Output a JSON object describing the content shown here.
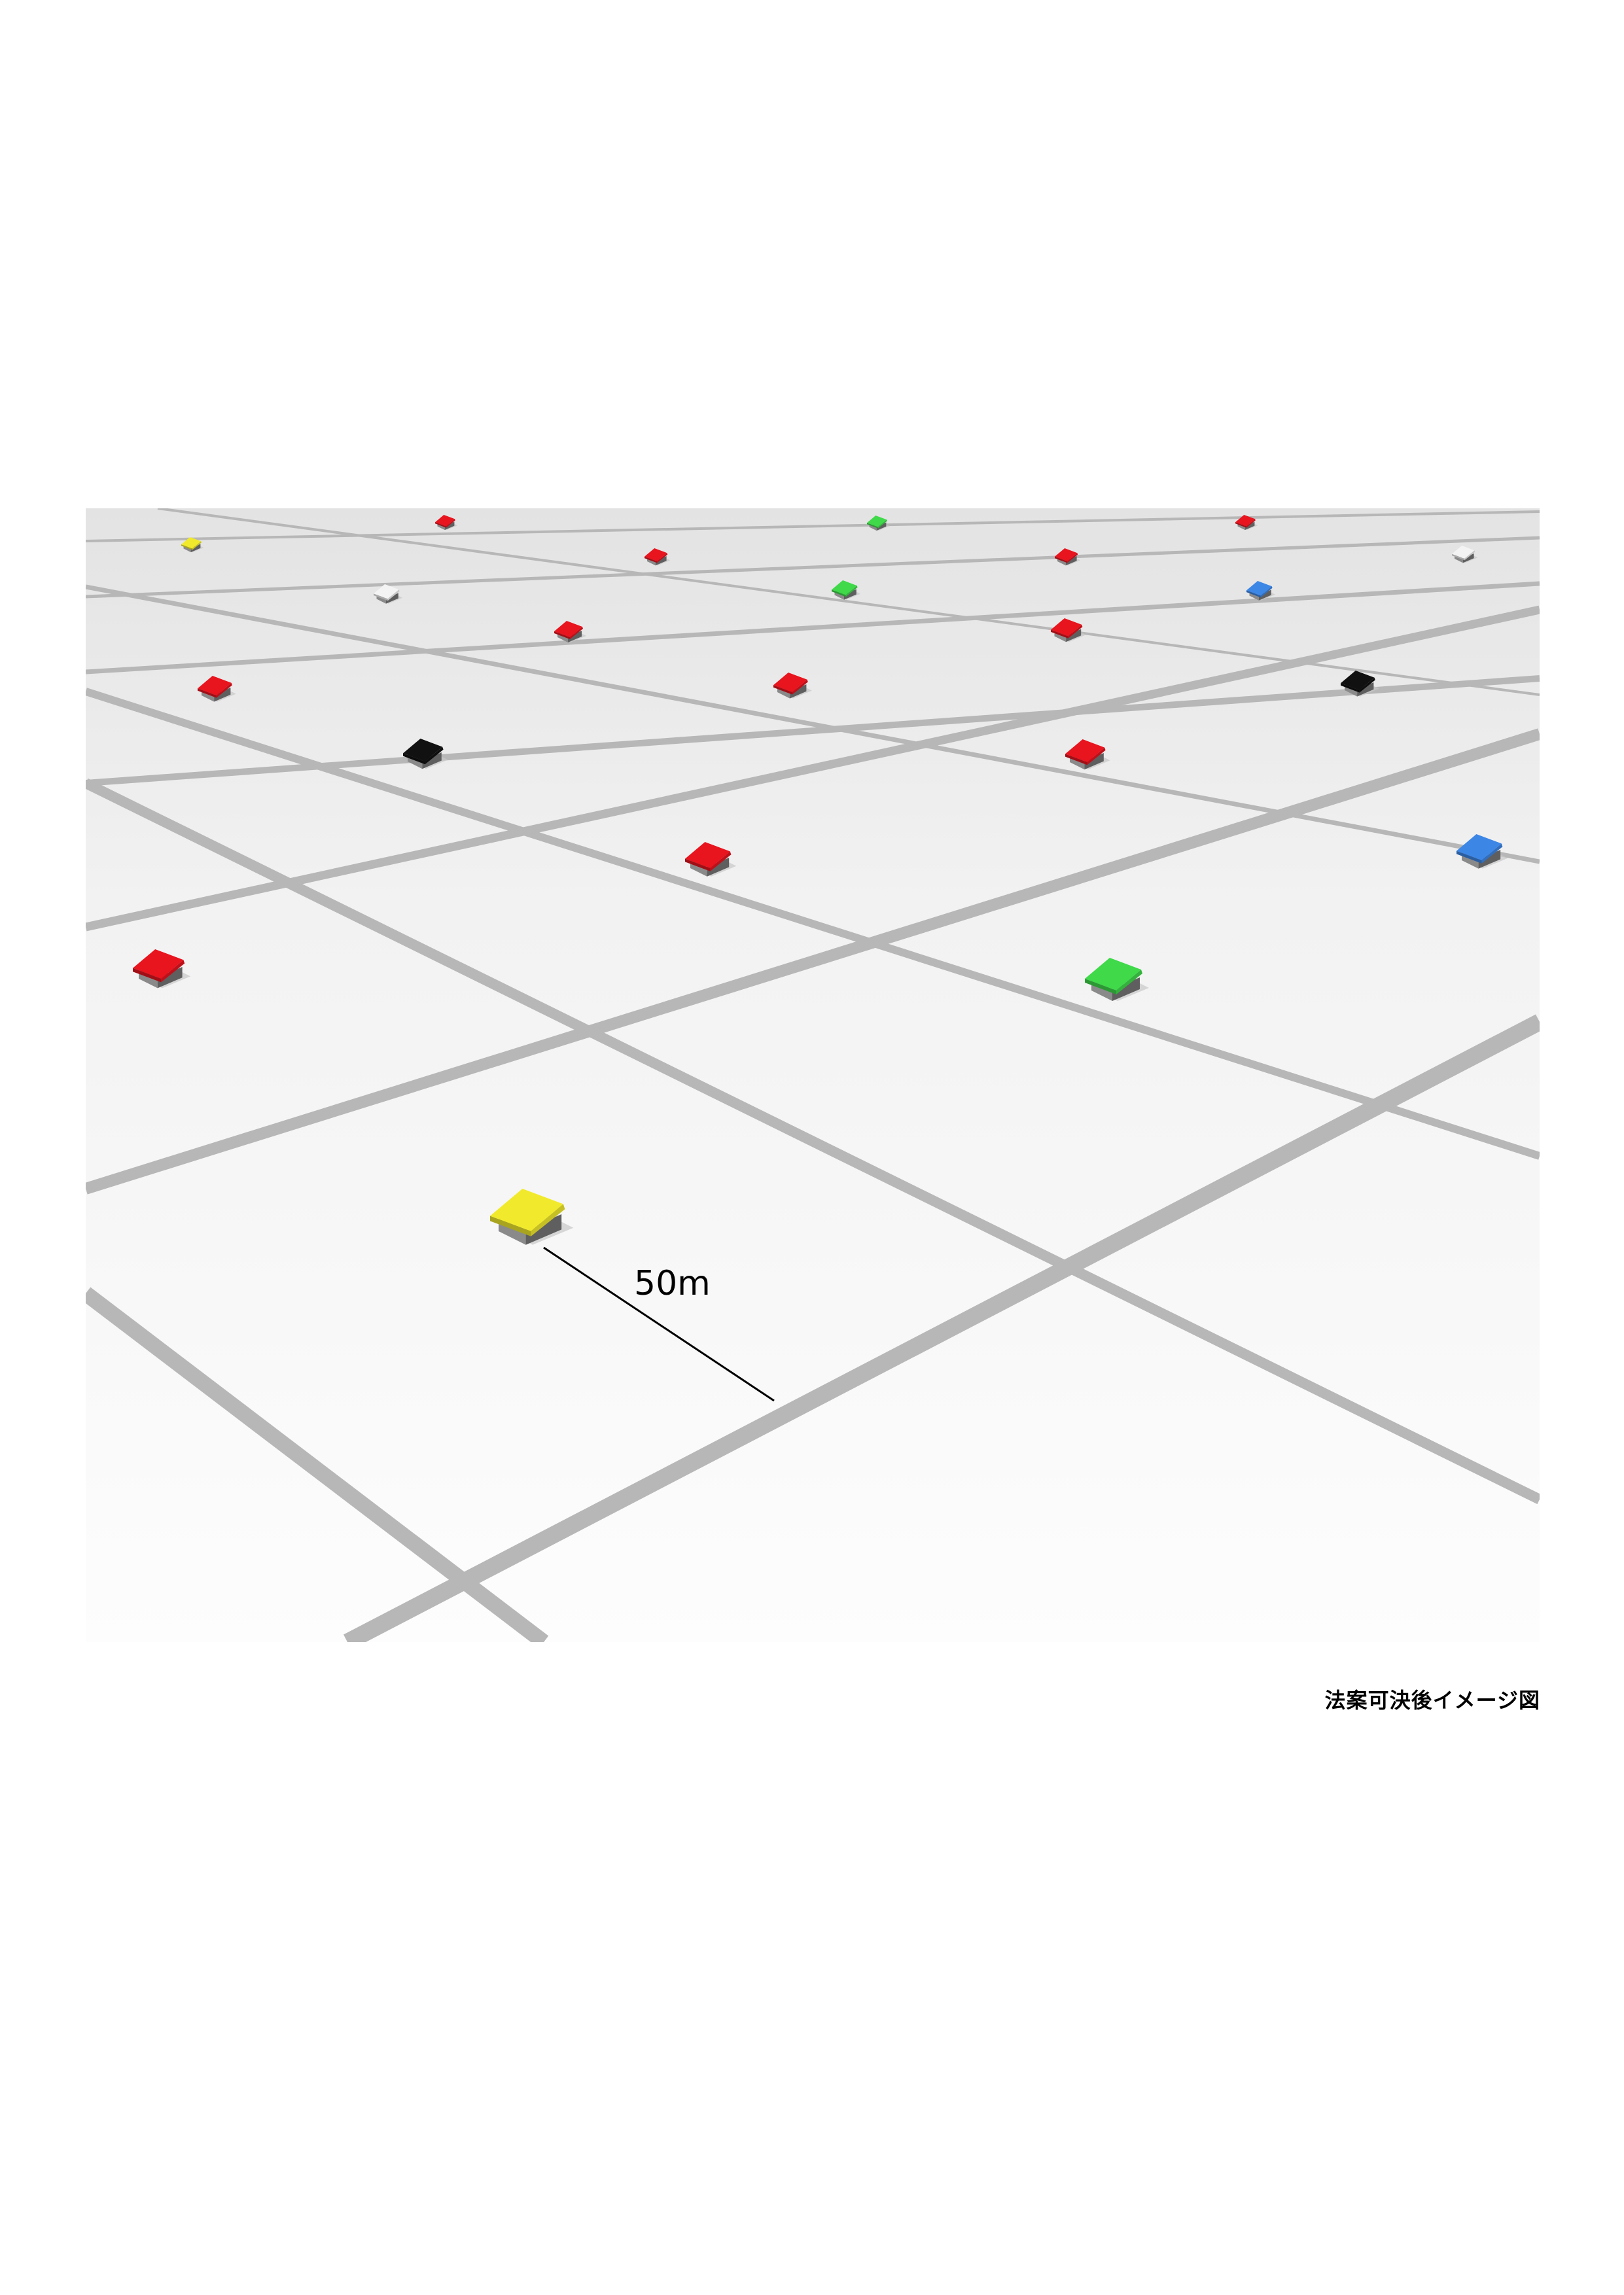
{
  "figure": {
    "distance_label": "50m",
    "caption": "法案可決後イメージ図"
  },
  "colors": {
    "ground_top": "#e6e6e6",
    "ground_bottom": "#fdfdfd",
    "road": "#b7b7b7",
    "red": "#e8141e",
    "green": "#3fd94a",
    "blue": "#3c86e6",
    "yellow": "#f1ea2c",
    "black": "#111111",
    "white": "#f4f4f4"
  },
  "houses": [
    {
      "color": "yellow"
    },
    {
      "color": "red"
    },
    {
      "color": "green"
    },
    {
      "color": "red"
    },
    {
      "color": "red"
    },
    {
      "color": "red"
    },
    {
      "color": "white"
    },
    {
      "color": "green"
    },
    {
      "color": "white"
    },
    {
      "color": "blue"
    },
    {
      "color": "red"
    },
    {
      "color": "red"
    },
    {
      "color": "red"
    },
    {
      "color": "red"
    },
    {
      "color": "black"
    },
    {
      "color": "black"
    },
    {
      "color": "red"
    },
    {
      "color": "red"
    },
    {
      "color": "blue"
    },
    {
      "color": "red"
    },
    {
      "color": "green"
    },
    {
      "color": "yellow"
    }
  ]
}
